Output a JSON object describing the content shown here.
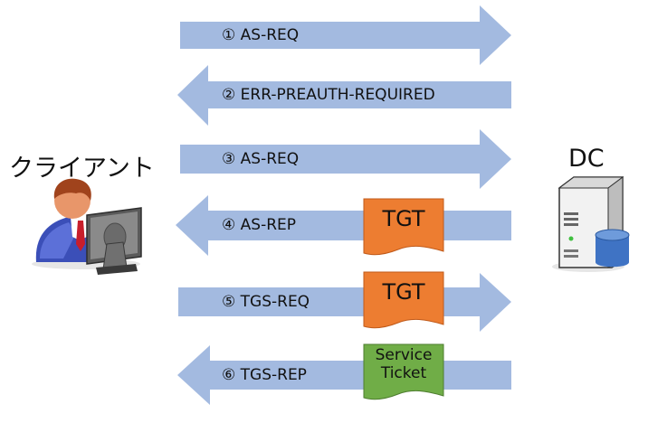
{
  "client": {
    "label": "クライアント",
    "icon": "user-at-computer-icon"
  },
  "server": {
    "label": "DC",
    "icon": "server-database-icon"
  },
  "colors": {
    "arrow": "#A3BAE0",
    "tgt_doc": "#ED7D31",
    "tgt_doc_border": "#C05A1A",
    "service_doc": "#70AD47",
    "service_doc_border": "#4E7D2F"
  },
  "messages": [
    {
      "step": "①",
      "name": "AS-REQ",
      "direction": "client-to-dc",
      "attachment": null
    },
    {
      "step": "②",
      "name": "ERR-PREAUTH-REQUIRED",
      "direction": "dc-to-client",
      "attachment": null
    },
    {
      "step": "③",
      "name": "AS-REQ",
      "direction": "client-to-dc",
      "attachment": null
    },
    {
      "step": "④",
      "name": "AS-REP",
      "direction": "dc-to-client",
      "attachment": "TGT"
    },
    {
      "step": "⑤",
      "name": "TGS-REQ",
      "direction": "client-to-dc",
      "attachment": "TGT"
    },
    {
      "step": "⑥",
      "name": "TGS-REP",
      "direction": "dc-to-client",
      "attachment": "Service Ticket"
    }
  ],
  "labels": {
    "m1": "① AS-REQ",
    "m2": "② ERR-PREAUTH-REQUIRED",
    "m3": "③ AS-REQ",
    "m4": "④ AS-REP",
    "m5": "⑤ TGS-REQ",
    "m6": "⑥ TGS-REP",
    "doc4": "TGT",
    "doc5": "TGT",
    "doc6_line1": "Service",
    "doc6_line2": "Ticket"
  }
}
